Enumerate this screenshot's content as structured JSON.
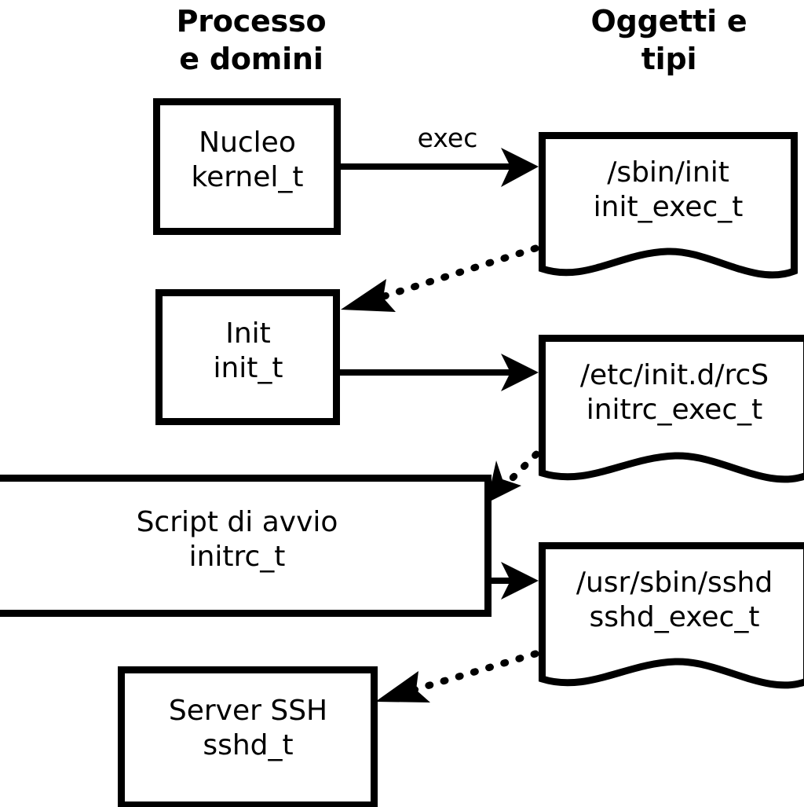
{
  "diagram": {
    "title_implicit": "SELinux process domains and object types transition diagram",
    "headers": {
      "left": "Processo\ne domini",
      "right": "Oggetti e\ntipi"
    },
    "process_nodes": [
      {
        "id": "kernel",
        "label": "Nucleo\nkernel_t",
        "name": "Nucleo",
        "type": "kernel_t"
      },
      {
        "id": "init",
        "label": "Init\ninit_t",
        "name": "Init",
        "type": "init_t"
      },
      {
        "id": "initrc",
        "label": "Script di avvio\ninitrc_t",
        "name": "Script di avvio",
        "type": "initrc_t"
      },
      {
        "id": "sshd",
        "label": "Server SSH\nsshd_t",
        "name": "Server SSH",
        "type": "sshd_t"
      }
    ],
    "object_nodes": [
      {
        "id": "init_exec",
        "label": "/sbin/init\ninit_exec_t",
        "path": "/sbin/init",
        "type": "init_exec_t"
      },
      {
        "id": "initrc_exec",
        "label": "/etc/init.d/rcS\ninitrc_exec_t",
        "path": "/etc/init.d/rcS",
        "type": "initrc_exec_t"
      },
      {
        "id": "sshd_exec",
        "label": "/usr/sbin/sshd\nsshd_exec_t",
        "path": "/usr/sbin/sshd",
        "type": "sshd_exec_t"
      }
    ],
    "edges": [
      {
        "id": "e1",
        "from": "kernel",
        "to": "init_exec",
        "label": "exec",
        "style": "solid"
      },
      {
        "id": "e2",
        "from": "init_exec",
        "to": "init",
        "label": "",
        "style": "dotted"
      },
      {
        "id": "e3",
        "from": "init",
        "to": "initrc_exec",
        "label": "",
        "style": "solid"
      },
      {
        "id": "e4",
        "from": "initrc_exec",
        "to": "initrc",
        "label": "",
        "style": "dotted"
      },
      {
        "id": "e5",
        "from": "initrc",
        "to": "sshd_exec",
        "label": "",
        "style": "solid"
      },
      {
        "id": "e6",
        "from": "sshd_exec",
        "to": "sshd",
        "label": "",
        "style": "dotted"
      }
    ],
    "colors": {
      "background": "#ffffff",
      "stroke": "#000000",
      "text": "#000000"
    }
  }
}
